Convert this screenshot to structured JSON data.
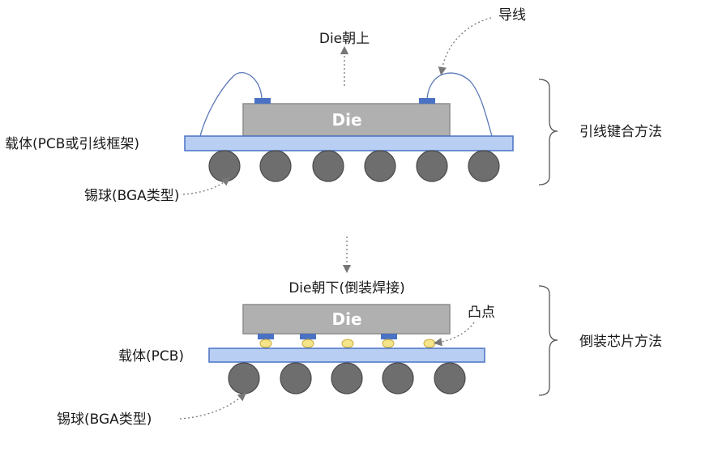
{
  "wire_bond": {
    "die_label": "Die",
    "die_up_label": "Die朝上",
    "wire_label": "导线",
    "carrier_label": "载体(PCB或引线框架)",
    "balls_label": "锡球(BGA类型)",
    "method_label": "引线键合方法"
  },
  "flip_chip": {
    "die_label": "Die",
    "die_down_label": "Die朝下(倒装焊接)",
    "bump_label": "凸点",
    "carrier_label": "载体(PCB)",
    "balls_label": "锡球(BGA类型)",
    "method_label": "倒装芯片方法"
  },
  "colors": {
    "die_fill": "#b0b0b0",
    "die_stroke": "#8c8c8c",
    "substrate_fill": "#b8cef3",
    "substrate_stroke": "#4a72c4",
    "pad_fill": "#4a72c4",
    "ball_fill": "#6e6e6e",
    "ball_stroke": "#4a4a4a",
    "wire": "#5a78b8",
    "bump_fill": "#f5e48a",
    "bump_stroke": "#c9a93a",
    "arrow": "#777777",
    "bracket": "#555555"
  }
}
